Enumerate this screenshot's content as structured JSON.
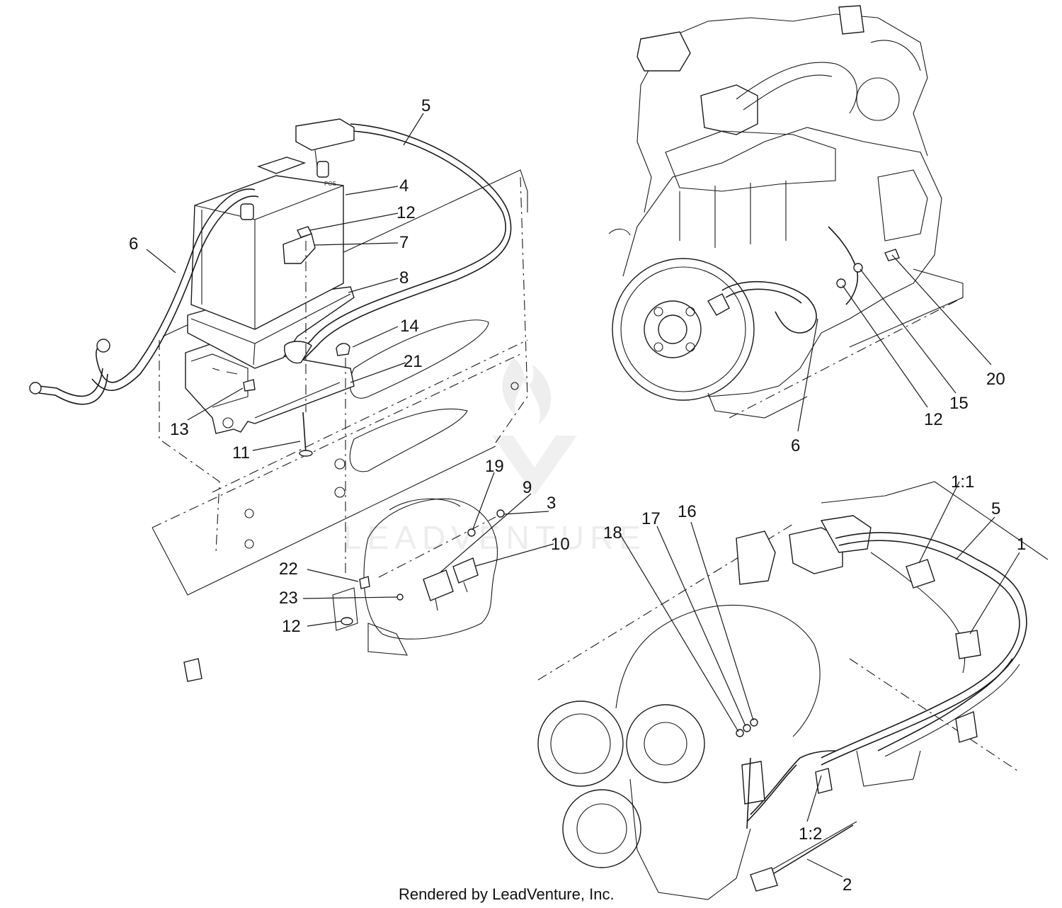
{
  "footer": {
    "credit": "Rendered by LeadVenture, Inc."
  },
  "watermark": {
    "text": "LEADVENTURE",
    "color": "#e6e6e6"
  },
  "callouts": {
    "c1": "1",
    "c1_1": "1:1",
    "c1_2": "1:2",
    "c2": "2",
    "c3": "3",
    "c4": "4",
    "c5a": "5",
    "c5b": "5",
    "c6a": "6",
    "c6b": "6",
    "c7": "7",
    "c8": "8",
    "c9": "9",
    "c10": "10",
    "c11": "11",
    "c12a": "12",
    "c12b": "12",
    "c12c": "12",
    "c13": "13",
    "c14": "14",
    "c15": "15",
    "c16": "16",
    "c17": "17",
    "c18": "18",
    "c19": "19",
    "c20": "20",
    "c21": "21",
    "c22": "22",
    "c23": "23"
  }
}
